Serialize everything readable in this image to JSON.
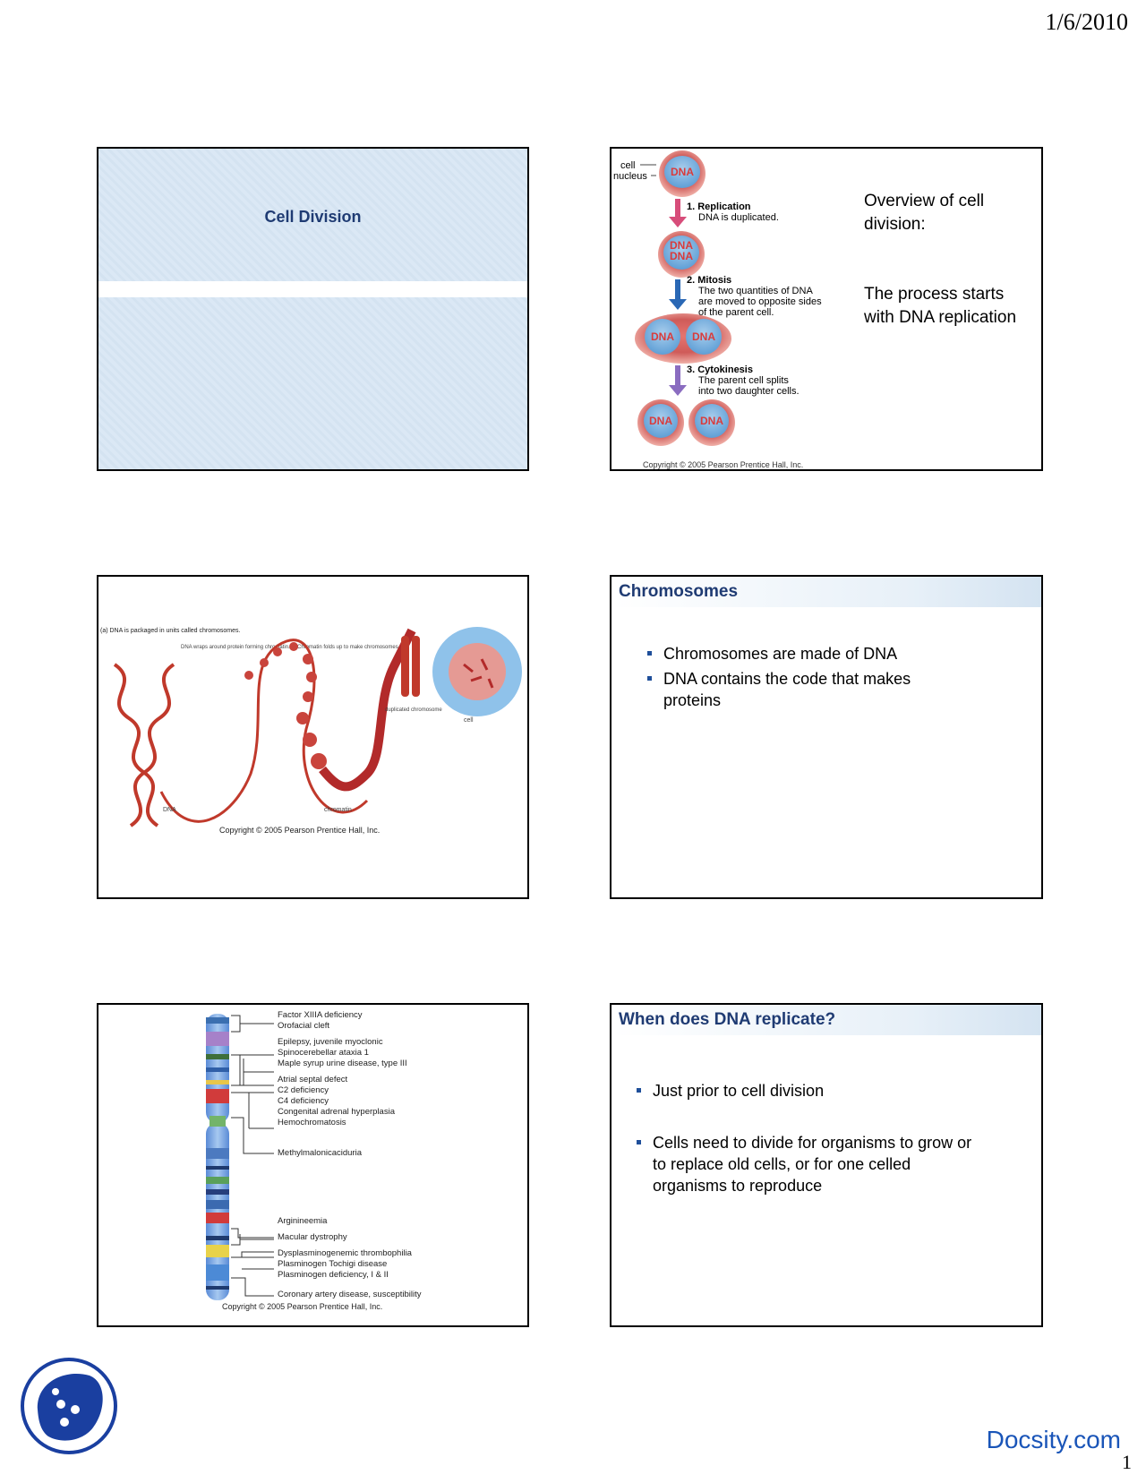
{
  "page": {
    "date": "1/6/2010",
    "page_number": "1",
    "watermark": "Docsity.com"
  },
  "slide1": {
    "title": "Cell Division"
  },
  "slide2": {
    "label_cell": "cell",
    "label_nucleus": "nucleus",
    "dna": "DNA",
    "step1_title": "1. Replication",
    "step1_text": "DNA is duplicated.",
    "step2_title": "2. Mitosis",
    "step2_text_1": "The two quantities of DNA",
    "step2_text_2": "are moved to opposite sides",
    "step2_text_3": "of the parent cell.",
    "step3_title": "3. Cytokinesis",
    "step3_text_1": "The parent cell splits",
    "step3_text_2": "into two daughter cells.",
    "copyright": "Copyright © 2005 Pearson Prentice Hall, Inc.",
    "overview_1": "Overview of cell",
    "overview_2": "division:",
    "process_1": "The process starts",
    "process_2": "with DNA replication"
  },
  "slide3": {
    "caption": "(a) DNA is packaged in units called chromosomes.",
    "label_dna_wraps": "DNA wraps around protein forming chromatin.",
    "label_chromatin_folds": "Chromatin folds up to make chromosomes.",
    "label_dna": "DNA",
    "label_chromatin": "chromatin",
    "label_duplicated": "duplicated chromosome",
    "label_cell": "cell",
    "copyright": "Copyright © 2005 Pearson Prentice Hall, Inc."
  },
  "slide4": {
    "title": "Chromosomes",
    "bullets": [
      "Chromosomes are made of DNA",
      "DNA contains the code that makes",
      "proteins"
    ]
  },
  "slide5": {
    "diseases": [
      "Factor XIIIA deficiency",
      "Orofacial cleft",
      "Epilepsy, juvenile myoclonic",
      "Spinocerebellar ataxia 1",
      "Maple syrup urine disease, type III",
      "Atrial septal defect",
      "C2 deficiency",
      "C4 deficiency",
      "Congenital adrenal hyperplasia",
      "Hemochromatosis",
      "Methylmalonicaciduria",
      "Arginineemia",
      "Macular dystrophy",
      "Dysplasminogenemic thrombophilia",
      "Plasminogen Tochigi disease",
      "Plasminogen deficiency, I & II",
      "Coronary artery disease, susceptibility"
    ],
    "copyright": "Copyright © 2005 Pearson Prentice Hall, Inc."
  },
  "slide6": {
    "title": "When does DNA replicate?",
    "bullet1": "Just prior to cell division",
    "bullet2_1": "Cells need to divide for organisms to grow or",
    "bullet2_2": "to replace old cells, or for one celled",
    "bullet2_3": "organisms to reproduce"
  },
  "colors": {
    "title_blue": "#1f3b73",
    "link_blue": "#1a55b8",
    "slide_bg": "#d8e6f4"
  }
}
